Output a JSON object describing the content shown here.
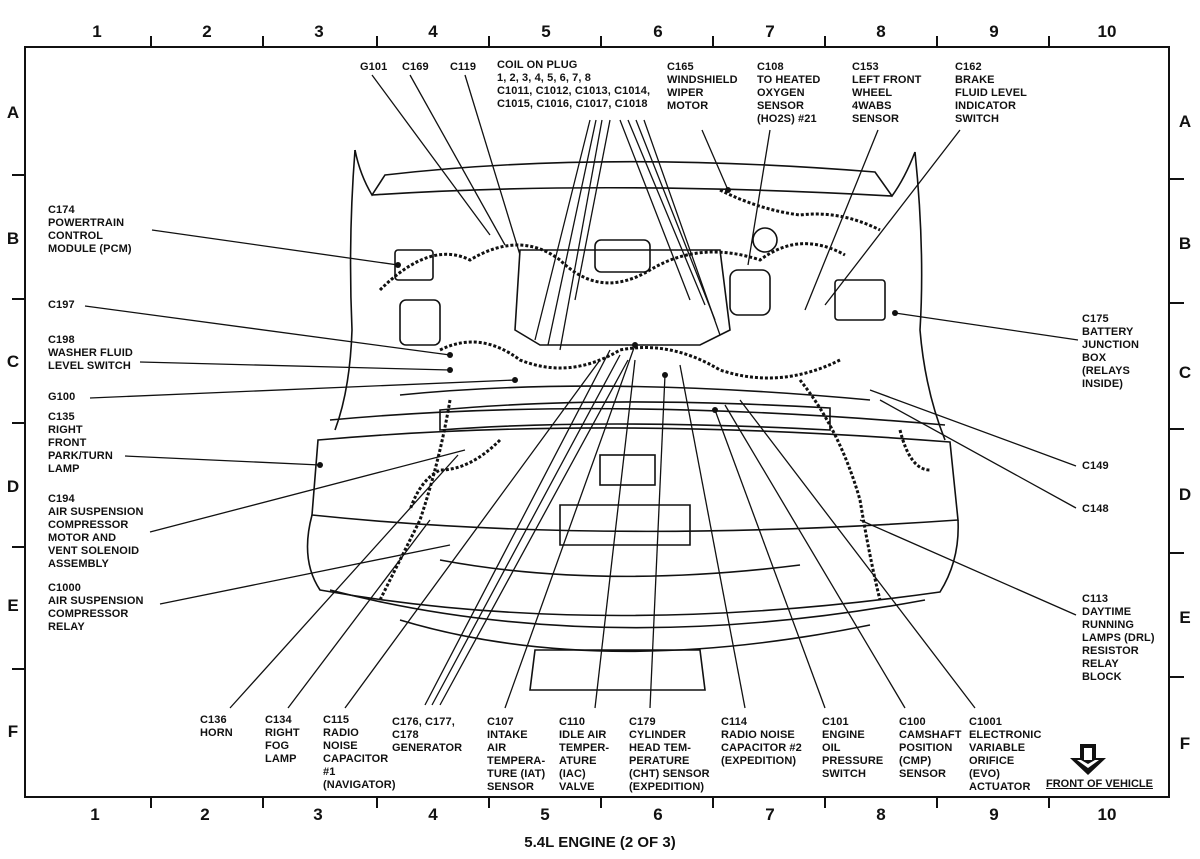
{
  "grid": {
    "columns": [
      "1",
      "2",
      "3",
      "4",
      "5",
      "6",
      "7",
      "8",
      "9",
      "10"
    ],
    "rows": [
      "A",
      "B",
      "C",
      "D",
      "E",
      "F"
    ]
  },
  "footer_title": "5.4L ENGINE (2 OF 3)",
  "front_of_vehicle": "FRONT OF VEHICLE",
  "callouts": {
    "g101": "G101",
    "c169": "C169",
    "c119": "C119",
    "coil_on_plug": "COIL ON PLUG\n1, 2, 3, 4, 5, 6, 7, 8\nC1011, C1012, C1013, C1014,\nC1015, C1016, C1017, C1018",
    "c165": "C165\nWINDSHIELD\nWIPER\nMOTOR",
    "c108": "C108\nTO HEATED\nOXYGEN\nSENSOR\n(HO2S) #21",
    "c153": "C153\nLEFT FRONT\nWHEEL\n4WABS\nSENSOR",
    "c162": "C162\nBRAKE\nFLUID LEVEL\nINDICATOR\nSWITCH",
    "c174": "C174\nPOWERTRAIN\nCONTROL\nMODULE (PCM)",
    "c197": "C197",
    "c198": "C198\nWASHER FLUID\nLEVEL SWITCH",
    "g100": "G100",
    "c135": "C135\nRIGHT\nFRONT\nPARK/TURN\nLAMP",
    "c194": "C194\nAIR SUSPENSION\nCOMPRESSOR\nMOTOR AND\nVENT SOLENOID\nASSEMBLY",
    "c1000": "C1000\nAIR SUSPENSION\nCOMPRESSOR\nRELAY",
    "c175": "C175\nBATTERY\nJUNCTION\nBOX\n(RELAYS\nINSIDE)",
    "c149": "C149",
    "c148": "C148",
    "c113": "C113\nDAYTIME\nRUNNING\nLAMPS (DRL)\nRESISTOR\nRELAY\nBLOCK",
    "c136": "C136\nHORN",
    "c134": "C134\nRIGHT\nFOG\nLAMP",
    "c115": "C115\nRADIO\nNOISE\nCAPACITOR\n#1\n(NAVIGATOR)",
    "c176": "C176, C177,\nC178\nGENERATOR",
    "c107": "C107\nINTAKE\nAIR\nTEMPERA-\nTURE (IAT)\nSENSOR",
    "c110": "C110\nIDLE AIR\nTEMPER-\nATURE\n(IAC)\nVALVE",
    "c179": "C179\nCYLINDER\nHEAD TEM-\nPERATURE\n(CHT) SENSOR\n(EXPEDITION)",
    "c114": "C114\nRADIO NOISE\nCAPACITOR #2\n(EXPEDITION)",
    "c101": "C101\nENGINE\nOIL\nPRESSURE\nSWITCH",
    "c100": "C100\nCAMSHAFT\nPOSITION\n(CMP)\nSENSOR",
    "c1001": "C1001\nELECTRONIC\nVARIABLE\nORIFICE\n(EVO)\nACTUATOR"
  }
}
